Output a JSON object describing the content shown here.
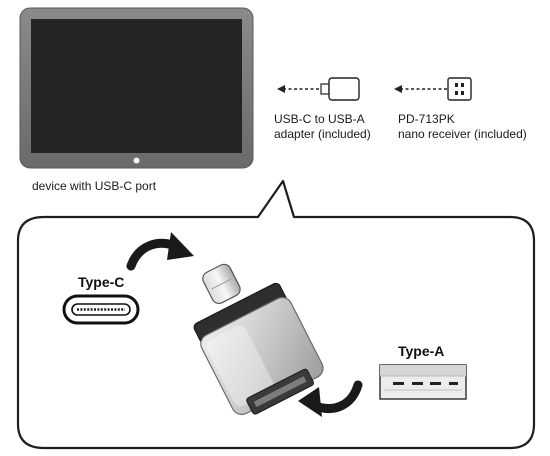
{
  "device": {
    "caption": "device with USB-C port"
  },
  "adapter": {
    "caption_line1": "USB-C to USB-A",
    "caption_line2": "adapter (included)"
  },
  "receiver": {
    "caption_line1": "PD-713PK",
    "caption_line2": "nano receiver (included)"
  },
  "callout": {
    "type_c_label": "Type-C",
    "type_a_label": "Type-A"
  },
  "colors": {
    "tablet_frame": "#777777",
    "screen": "#222222",
    "adapter_body": "#c9c9c9",
    "adapter_collar": "#2b2b2b",
    "arrow": "#1c1c1c"
  }
}
